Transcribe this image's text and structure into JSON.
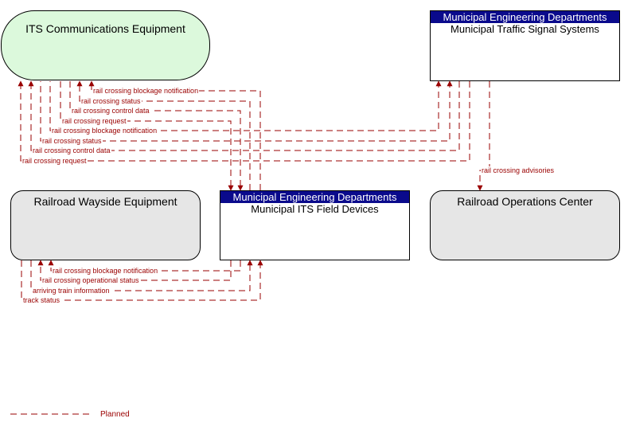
{
  "elements": {
    "its_comm": {
      "title": "ITS Communications Equipment"
    },
    "traffic_signal": {
      "owner": "Municipal Engineering Departments",
      "title": "Municipal Traffic Signal Systems"
    },
    "wayside": {
      "title": "Railroad Wayside Equipment"
    },
    "field_devices": {
      "owner": "Municipal Engineering Departments",
      "title": "Municipal ITS Field Devices"
    },
    "rail_ops": {
      "title": "Railroad Operations Center"
    }
  },
  "flows": {
    "f1": "rail crossing blockage notification",
    "f2": "rail crossing status",
    "f3": "rail crossing control data",
    "f4": "rail crossing request",
    "f5": "rail crossing blockage notification",
    "f6": "rail crossing status",
    "f7": "rail crossing control data",
    "f8": "rail crossing request",
    "f9": "rail crossing advisories",
    "f10": "rail crossing blockage notification",
    "f11": "rail crossing operational status",
    "f12": "arriving train information",
    "f13": "track status"
  },
  "legend": {
    "planned": "Planned"
  },
  "colors": {
    "flow": "#9a0000",
    "owner_header": "#0a0a8c",
    "its_fill": "#dcf9dc",
    "box_fill": "#e6e6e6"
  }
}
